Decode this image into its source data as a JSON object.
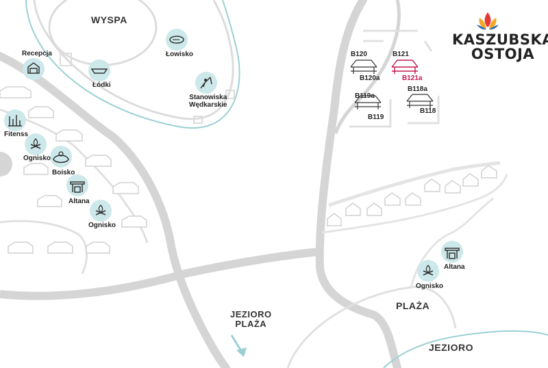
{
  "areas": {
    "wyspa": "WYSPA",
    "plaza": "PLAŻA",
    "jezioro": "JEZIORO",
    "jezioro_plaza_line1": "JEZIORO",
    "jezioro_plaza_line2": "PLAŻA"
  },
  "logo": {
    "line1": "KASZUBSKA",
    "line2": "OSTOJA",
    "colors": [
      "#e53935",
      "#f5a623",
      "#2c6fb5"
    ]
  },
  "pois": {
    "recepcja": "Recepcja",
    "lodki": "Łódki",
    "lowisko": "Łowisko",
    "stanowiska_line1": "Stanowiska",
    "stanowiska_line2": "Wędkarskie",
    "fitenss": "Fitenss",
    "ognisko_1": "Ognisko",
    "boisko": "Boisko",
    "altana_1": "Altana",
    "ognisko_2": "Ognisko",
    "ognisko_3": "Ognisko",
    "altana_2": "Altana"
  },
  "units": {
    "b120": "B120",
    "b120a": "B120a",
    "b121": "B121",
    "b121a": "B121a",
    "b119a": "B119a",
    "b119": "B119",
    "b118a": "B118a",
    "b118": "B118"
  },
  "colors": {
    "road": "#d5d5d5",
    "water": "#9bd0d4",
    "poi_circle": "#cde8ea",
    "highlight": "#c4184f"
  }
}
